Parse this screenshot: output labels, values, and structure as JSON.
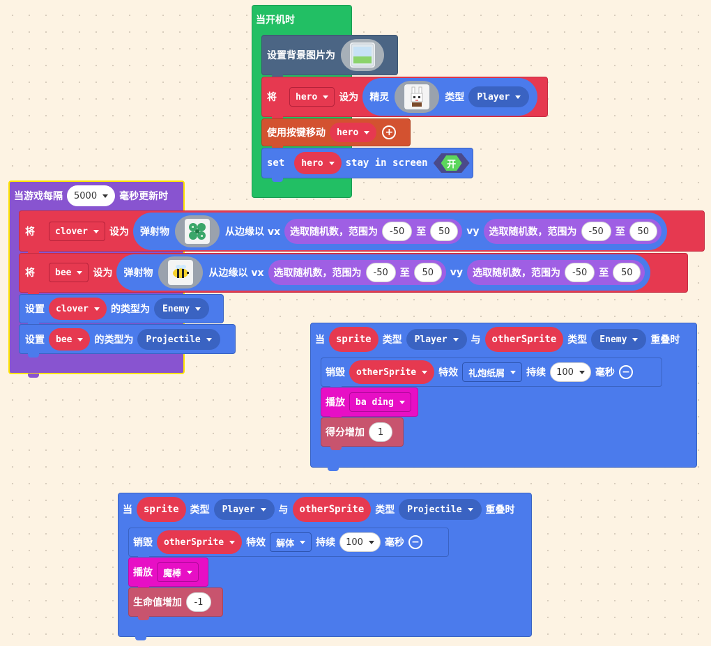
{
  "on_start": {
    "hat": "当开机时",
    "set_bg": {
      "label": "设置背景图片为",
      "image_icon": "landscape-image"
    },
    "set_hero": {
      "prefix": "将",
      "var": "hero",
      "set_to": "设为",
      "sprite": "精灵",
      "sprite_image": "rabbit-hero-image",
      "kind_label": "类型",
      "kind": "Player"
    },
    "move": {
      "label": "使用按键移动",
      "var": "hero",
      "add_icon": "plus-circle-icon"
    },
    "stay": {
      "set": "set",
      "var": "hero",
      "text": "stay in screen",
      "toggle": "开"
    }
  },
  "on_interval": {
    "hat_prefix": "当游戏每隔",
    "interval": "5000",
    "hat_suffix": "毫秒更新时",
    "clover_row": {
      "prefix": "将",
      "var": "clover",
      "set_to": "设为",
      "proj": "弹射物",
      "image": "clover-image",
      "from": "从边缘以 vx",
      "rand1": "选取随机数，范围为",
      "min1": "-50",
      "to1": "至",
      "max1": "50",
      "vy": "vy",
      "rand2": "选取随机数，范围为",
      "min2": "-50",
      "to2": "至",
      "max2": "50"
    },
    "bee_row": {
      "prefix": "将",
      "var": "bee",
      "set_to": "设为",
      "proj": "弹射物",
      "image": "bee-image",
      "from": "从边缘以 vx",
      "rand1": "选取随机数，范围为",
      "min1": "-50",
      "to1": "至",
      "max1": "50",
      "vy": "vy",
      "rand2": "选取随机数，范围为",
      "min2": "-50",
      "to2": "至",
      "max2": "50"
    },
    "type_clover": {
      "prefix": "设置",
      "var": "clover",
      "mid": "的类型为",
      "kind": "Enemy"
    },
    "type_bee": {
      "prefix": "设置",
      "var": "bee",
      "mid": "的类型为",
      "kind": "Projectile"
    }
  },
  "overlap_enemy": {
    "when": "当",
    "sprite": "sprite",
    "kind_label": "类型",
    "kind": "Player",
    "and": "与",
    "other": "otherSprite",
    "kind_label2": "类型",
    "kind2": "Enemy",
    "suffix": "重叠时",
    "destroy": {
      "label": "销毁",
      "var": "otherSprite",
      "effect_label": "特效",
      "effect": "礼炮纸屑",
      "dur_label": "持续",
      "dur": "100",
      "unit": "毫秒",
      "remove_icon": "minus-circle-icon"
    },
    "play": {
      "label": "播放",
      "sound": "ba ding"
    },
    "score": {
      "label": "得分增加",
      "value": "1"
    }
  },
  "overlap_projectile": {
    "when": "当",
    "sprite": "sprite",
    "kind_label": "类型",
    "kind": "Player",
    "and": "与",
    "other": "otherSprite",
    "kind_label2": "类型",
    "kind2": "Projectile",
    "suffix": "重叠时",
    "destroy": {
      "label": "销毁",
      "var": "otherSprite",
      "effect_label": "特效",
      "effect": "解体",
      "dur_label": "持续",
      "dur": "100",
      "unit": "毫秒",
      "remove_icon": "minus-circle-icon"
    },
    "play": {
      "label": "播放",
      "sound": "魔棒"
    },
    "life": {
      "label": "生命值增加",
      "value": "-1"
    }
  },
  "colors": {
    "loops": "#22bf64",
    "scene": "#4b6584",
    "sprites": "#e63950",
    "controller": "#d35230",
    "game": "#8854d0",
    "math": "#9f5fe4",
    "overlap": "#4b7bec",
    "music": "#e70fc5",
    "info": "#c8546e",
    "selected": "#ffe400",
    "canvas": "#fdf3e3"
  }
}
